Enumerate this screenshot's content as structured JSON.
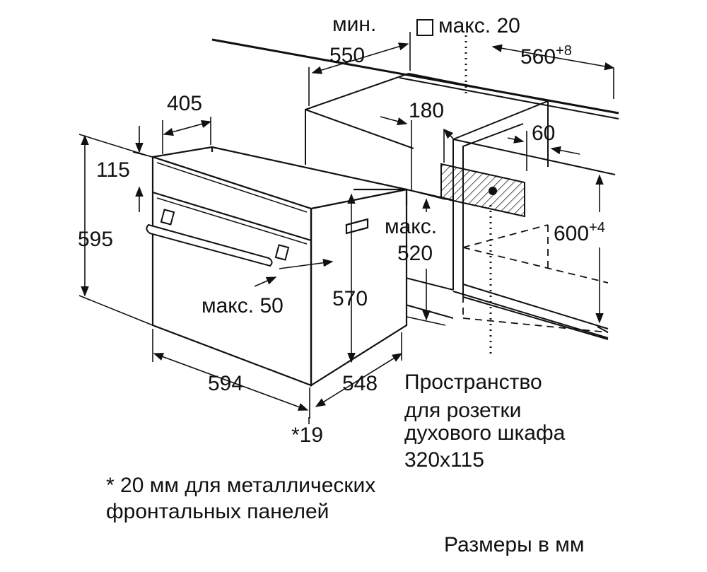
{
  "labels": {
    "min": "мин.",
    "dim_550": "550",
    "max20": "макс. 20",
    "dim_560": "560",
    "dim_560_sup": "+8",
    "dim_405": "405",
    "dim_180": "180",
    "dim_60": "60",
    "dim_115": "115",
    "dim_595": "595",
    "max_520_a": "макс.",
    "max_520_b": "520",
    "dim_600": "600",
    "dim_600_sup": "+4",
    "max50": "макс. 50",
    "dim_570": "570",
    "dim_594": "594",
    "dim_548": "548",
    "dim_19": "*19"
  },
  "notes": {
    "socket_line1": "Пространство",
    "socket_line2": "для розетки",
    "socket_line3": "духового шкафа",
    "socket_line4": "320x115",
    "footnote_line1": "* 20 мм для металлических",
    "footnote_line2": "фронтальных панелей",
    "units": "Размеры в мм"
  },
  "colors": {
    "line": "#111111",
    "background": "#ffffff"
  }
}
